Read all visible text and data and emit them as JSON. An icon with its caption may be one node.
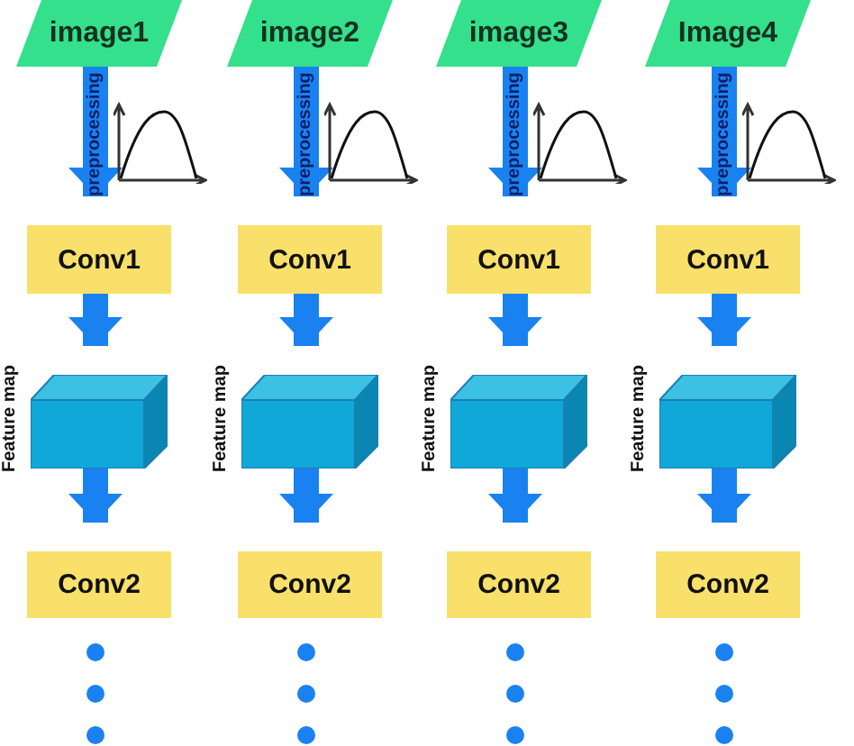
{
  "diagram": {
    "nodes": [
      {
        "text": [
          "image1"
        ]
      },
      {
        "text": [
          "Conv1"
        ]
      },
      {
        "text": [],
        "shape": "box",
        "beside": [
          "Feature map"
        ]
      },
      {
        "text": [
          "Conv2"
        ]
      },
      {
        "text": [
          "image2"
        ]
      },
      {
        "text": [
          "Conv1"
        ]
      },
      {
        "text": [],
        "shape": "box",
        "beside": [
          "Feature map"
        ]
      },
      {
        "text": [
          "Conv2"
        ]
      },
      {
        "text": [
          "image3"
        ]
      },
      {
        "text": [
          "Conv1"
        ]
      },
      {
        "text": [],
        "shape": "box",
        "beside": [
          "Feature map"
        ]
      },
      {
        "text": [
          "Conv2"
        ]
      },
      {
        "text": [
          "Image4"
        ]
      },
      {
        "text": [
          "Conv1"
        ]
      },
      {
        "text": [],
        "shape": "box",
        "beside": [
          "Feature map"
        ]
      },
      {
        "text": [
          "Conv2"
        ]
      }
    ],
    "edges": [
      {
        "from": 0,
        "to": 1,
        "arrow": "to",
        "label": "preprocessing"
      },
      {
        "from": 1,
        "to": 2,
        "arrow": "to"
      },
      {
        "from": 2,
        "to": 3,
        "arrow": "to"
      },
      {
        "from": 4,
        "to": 5,
        "arrow": "to",
        "label": "preprocessing"
      },
      {
        "from": 5,
        "to": 6,
        "arrow": "to"
      },
      {
        "from": 6,
        "to": 7,
        "arrow": "to"
      },
      {
        "from": 8,
        "to": 9,
        "arrow": "to",
        "label": "preprocessing"
      },
      {
        "from": 9,
        "to": 10,
        "arrow": "to"
      },
      {
        "from": 10,
        "to": 11,
        "arrow": "to"
      },
      {
        "from": 12,
        "to": 13,
        "arrow": "to",
        "label": "preprocessing"
      },
      {
        "from": 13,
        "to": 14,
        "arrow": "to"
      },
      {
        "from": 14,
        "to": 15,
        "arrow": "to"
      }
    ]
  }
}
